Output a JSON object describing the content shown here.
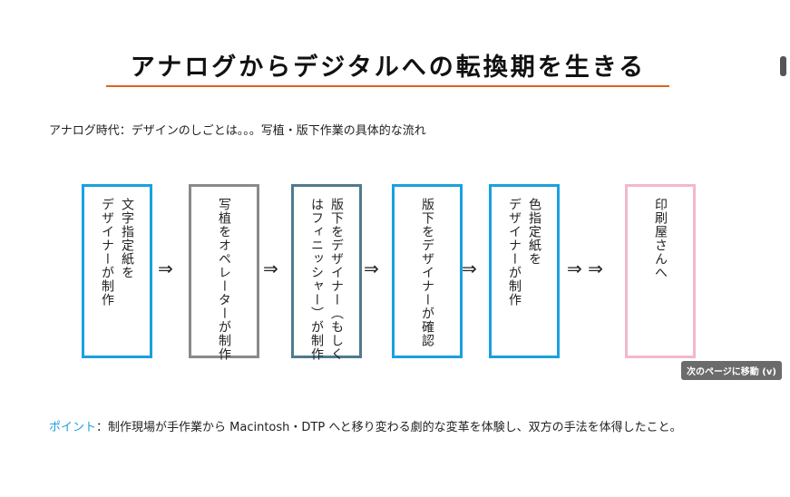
{
  "title": "アナログからデジタルへの転換期を生きる",
  "subtitle": "アナログ時代：デザインのしごとは。。。写植・版下作業の具体的な流れ",
  "flow": [
    {
      "lines": [
        "文字指定紙を",
        "デザイナーが制作"
      ],
      "color": "#1aa0e0"
    },
    {
      "lines": [
        "写植をオペレーターが制作"
      ],
      "color": "#8a8a8a"
    },
    {
      "lines": [
        "版下をデザイナー（もしく",
        "はフィニッシャー）が制作"
      ],
      "color": "#4f7a8f"
    },
    {
      "lines": [
        "版下をデザイナーが確認"
      ],
      "color": "#1aa0e0"
    },
    {
      "lines": [
        "色指定紙を",
        "デザイナーが制作"
      ],
      "color": "#1aa0e0"
    },
    {
      "lines": [
        "印刷屋さんへ"
      ],
      "color": "#f2b8cc"
    }
  ],
  "arrows": [
    "⇒",
    "⇒",
    "⇒",
    "⇒",
    "⇒ ⇒"
  ],
  "tooltip": "次のページに移動 (v)",
  "point": {
    "label": "ポイント",
    "text": "：制作現場が手作業から Macintosh・DTP へと移り変わる劇的な変革を体験し、双方の手法を体得したこと。"
  }
}
